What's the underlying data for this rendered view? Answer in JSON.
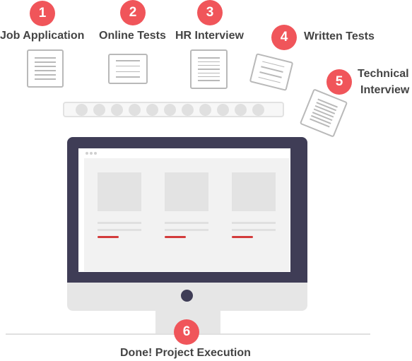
{
  "steps": [
    {
      "number": "1",
      "label": "Job Application"
    },
    {
      "number": "2",
      "label": "Online Tests"
    },
    {
      "number": "3",
      "label": "HR Interview"
    },
    {
      "number": "4",
      "label": "Written Tests"
    },
    {
      "number": "5",
      "label_line1": "Technical",
      "label_line2": "Interview"
    },
    {
      "number": "6",
      "label": "Done! Project Execution"
    }
  ],
  "colors": {
    "badge": "#f0555a",
    "monitor": "#3f3d56",
    "accent_red": "#d33b3b"
  }
}
